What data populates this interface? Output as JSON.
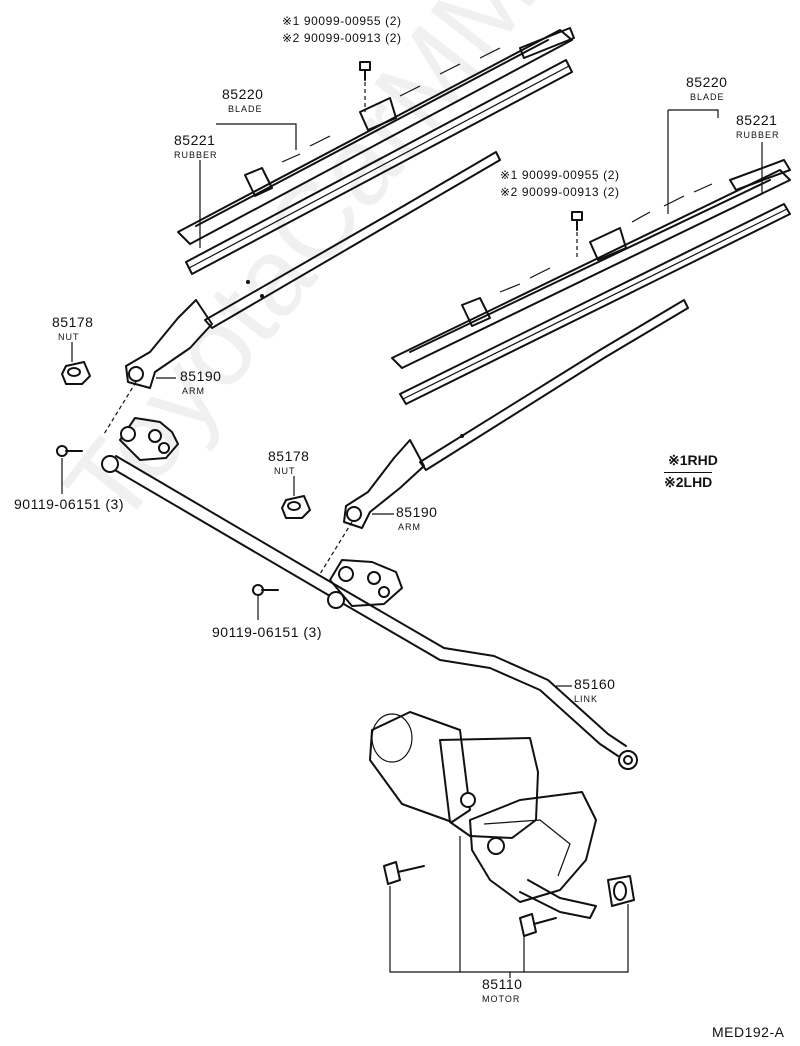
{
  "watermark": "ToyotaCarMM.ru",
  "figure_code": "MED192-A",
  "legend": {
    "rhd": "※1RHD",
    "lhd": "※2LHD"
  },
  "left": {
    "screw_note_1": "※1  90099-00955 (2)",
    "screw_note_2": "※2  90099-00913 (2)",
    "blade_pn": "85220",
    "blade_name": "BLADE",
    "rubber_pn": "85221",
    "rubber_name": "RUBBER",
    "nut_pn": "85178",
    "nut_name": "NUT",
    "arm_pn": "85190",
    "arm_name": "ARM",
    "bolt_pn": "90119-06151 (3)"
  },
  "right": {
    "screw_note_1": "※1  90099-00955 (2)",
    "screw_note_2": "※2  90099-00913 (2)",
    "blade_pn": "85220",
    "blade_name": "BLADE",
    "rubber_pn": "85221",
    "rubber_name": "RUBBER",
    "nut_pn": "85178",
    "nut_name": "NUT",
    "arm_pn": "85190",
    "arm_name": "ARM",
    "bolt_pn": "90119-06151 (3)"
  },
  "link": {
    "pn": "85160",
    "name": "LINK"
  },
  "motor": {
    "pn": "85110",
    "name": "MOTOR"
  }
}
